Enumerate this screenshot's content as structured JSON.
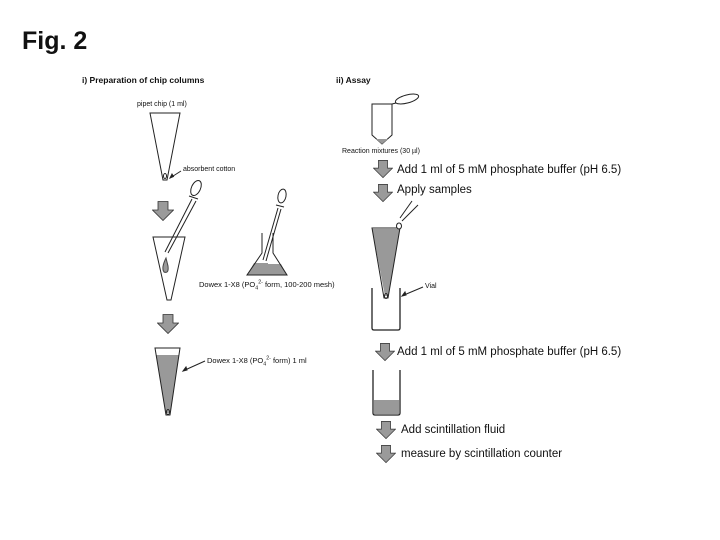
{
  "figure_title": "Fig. 2",
  "section_i": {
    "title": "i) Preparation of chip columns",
    "pipet_chip_label": "pipet chip (1 ml)",
    "cotton_label": "absorbent cotton",
    "flask_label": {
      "pre": "Dowex 1-X8 (PO",
      "sub": "4",
      "sup": "2-",
      "post": " form, 100-200 mesh)"
    },
    "column_label": {
      "pre": "Dowex 1-X8 (PO",
      "sub": "4",
      "sup": "2-",
      "post": " form) 1 ml"
    }
  },
  "section_ii": {
    "title": "ii) Assay",
    "tube_label": "Reaction mixtures (30 µl)",
    "step1": "Add  1 ml of 5 mM phosphate buffer (pH 6.5)",
    "step2": "Apply  samples",
    "vial_label": "Vial",
    "step3": "Add  1 ml of 5 mM phosphate buffer (pH 6.5)",
    "step4": "Add scintillation fluid",
    "step5": "measure by scintillation counter"
  },
  "colors": {
    "fill_gray": "#999999",
    "line": "#222222"
  }
}
